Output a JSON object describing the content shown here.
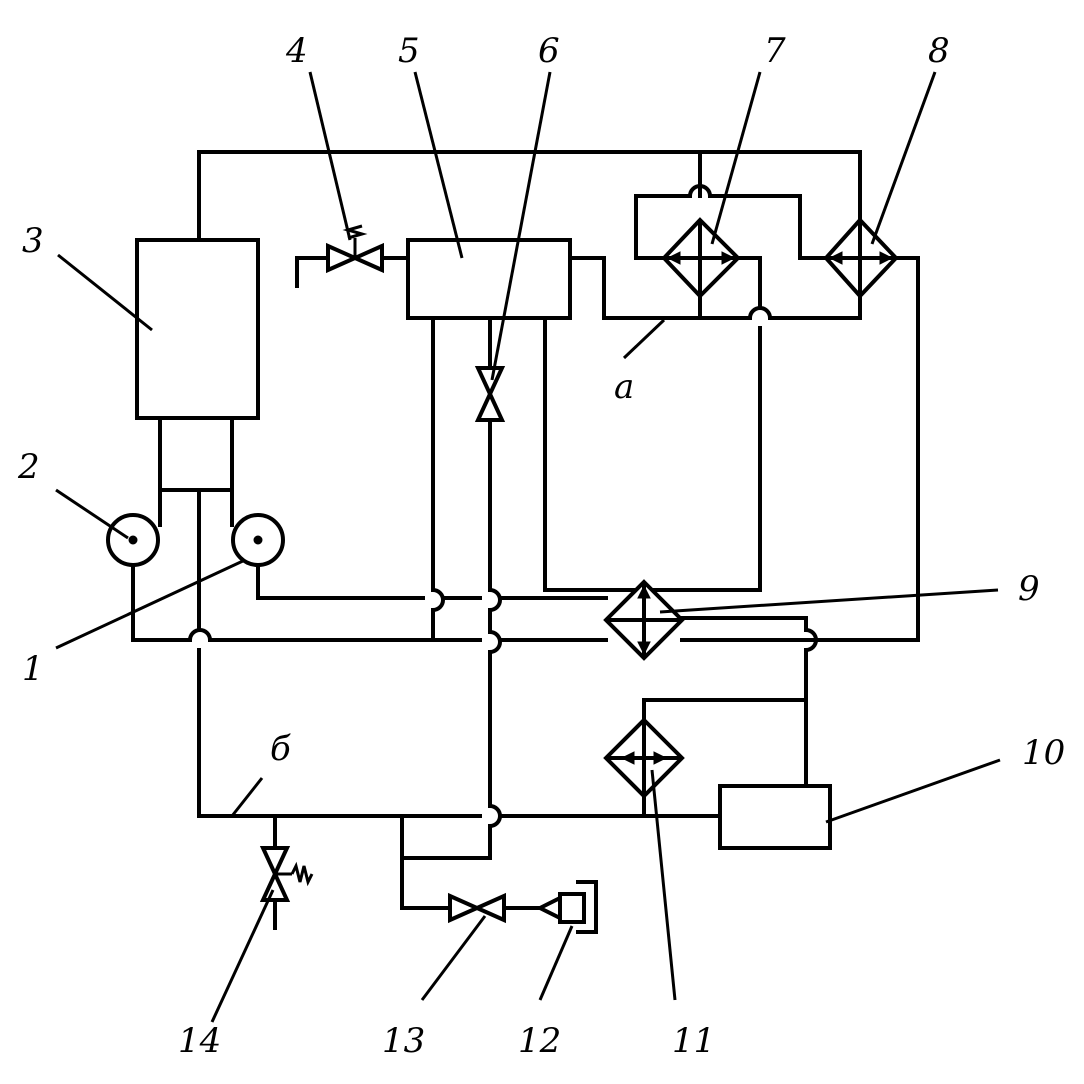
{
  "labels": {
    "n1": "1",
    "n2": "2",
    "n3": "3",
    "n4": "4",
    "n5": "5",
    "n6": "6",
    "n7": "7",
    "n8": "8",
    "n9": "9",
    "n10": "10",
    "n11": "11",
    "n12": "12",
    "n13": "13",
    "n14": "14",
    "a": "a",
    "b": "б"
  },
  "colors": {
    "line": "#000000",
    "background": "#ffffff"
  }
}
